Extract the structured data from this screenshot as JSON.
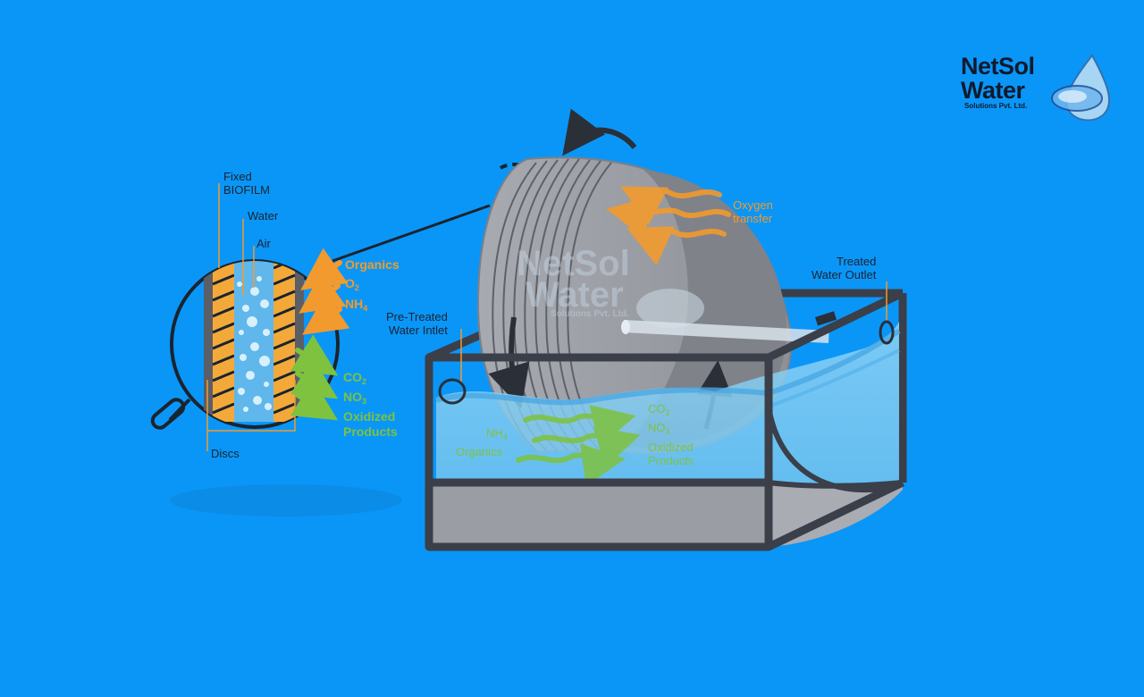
{
  "logo": {
    "line1": "NetSol",
    "line2": "Water",
    "line3": "Solutions Pvt. Ltd."
  },
  "watermark": {
    "line1": "NetSol",
    "line2": "Water",
    "line3": "Solutions Pvt. Ltd."
  },
  "detail": {
    "fixed_biofilm": "Fixed",
    "fixed_biofilm_2": "BIOFILM",
    "water": "Water",
    "air": "Air",
    "discs": "Discs",
    "inputs": {
      "organics": "Organics",
      "o2": "O",
      "o2_sub": "2",
      "nh4": "NH",
      "nh4_sub": "4"
    },
    "outputs": {
      "co2": "CO",
      "co2_sub": "2",
      "no3": "NO",
      "no3_sub": "3",
      "oxidized": "Oxidized",
      "products": "Products"
    }
  },
  "tank": {
    "oxygen": "Oxygen",
    "transfer": "transfer",
    "inlet_1": "Pre-Treated",
    "inlet_2": "Water Intlet",
    "outlet_1": "Treated",
    "outlet_2": "Water Outlet",
    "nh4": "NH",
    "nh4_sub": "4",
    "organics": "Organics",
    "co2": "CO",
    "co2_sub": "2",
    "no3": "NO",
    "no3_sub": "3",
    "oxidized": "Oxidized",
    "products": "Products"
  },
  "colors": {
    "background": "#0a96f7",
    "orange": "#f29a2e",
    "green": "#7ec23f",
    "frame": "#3a3f4a",
    "disc": "#9a9da3"
  }
}
